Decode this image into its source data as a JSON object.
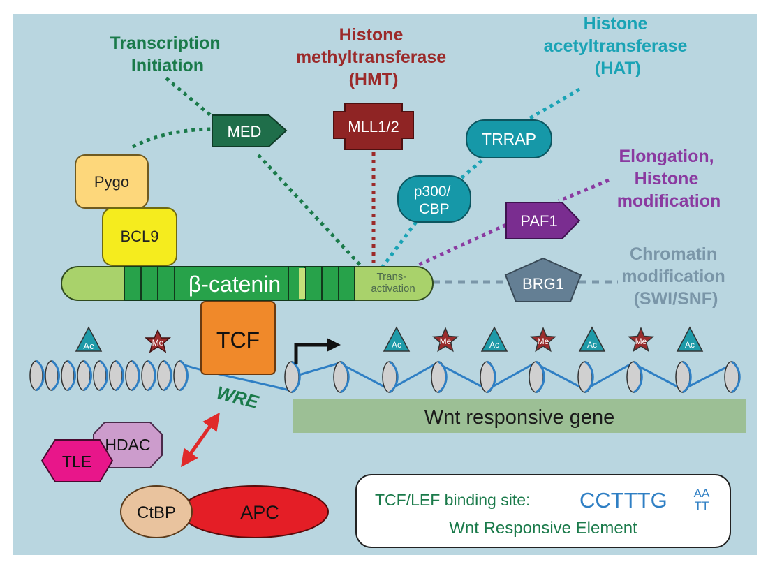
{
  "labels": {
    "transcription_initiation": [
      "Transcription",
      "Initiation"
    ],
    "hmt": [
      "Histone",
      "methyltransferase",
      "(HMT)"
    ],
    "hat": [
      "Histone",
      "acetyltransferase",
      "(HAT)"
    ],
    "elongation": [
      "Elongation,",
      "Histone",
      "modification"
    ],
    "chromatin": [
      "Chromatin",
      "modification",
      "(SWI/SNF)"
    ]
  },
  "proteins": {
    "med": "MED",
    "mll": "MLL1/2",
    "trrap": "TRRAP",
    "p300": [
      "p300/",
      "CBP"
    ],
    "paf1": "PAF1",
    "brg1": "BRG1",
    "pygo": "Pygo",
    "bcl9": "BCL9",
    "beta_catenin": "β-catenin",
    "transactivation": [
      "Trans-",
      "activation"
    ],
    "tcf": "TCF",
    "hdac": "HDAC",
    "tle": "TLE",
    "ctbp": "CtBP",
    "apc": "APC"
  },
  "marks": {
    "ac": "Ac",
    "me": "Me",
    "sequence": [
      "Ac",
      "Me",
      "Ac",
      "Me",
      "Ac",
      "Me",
      "Ac"
    ]
  },
  "wre": "WRE",
  "gene": "Wnt responsive gene",
  "legend": {
    "binding_label": "TCF/LEF binding site:",
    "sequence": "CCTTTG",
    "degenerate_top": "AA",
    "degenerate_bottom": "TT",
    "element": "Wnt Responsive Element"
  },
  "colors": {
    "background": "#b9d6e0",
    "transcription": "#1a7a4a",
    "hmt": "#9b2a2a",
    "hat": "#1aa3b5",
    "elongation": "#8a3aa0",
    "chromatin": "#7a96a8",
    "dna": "#2f7fc4",
    "gene_bar": "#9cbf95"
  }
}
